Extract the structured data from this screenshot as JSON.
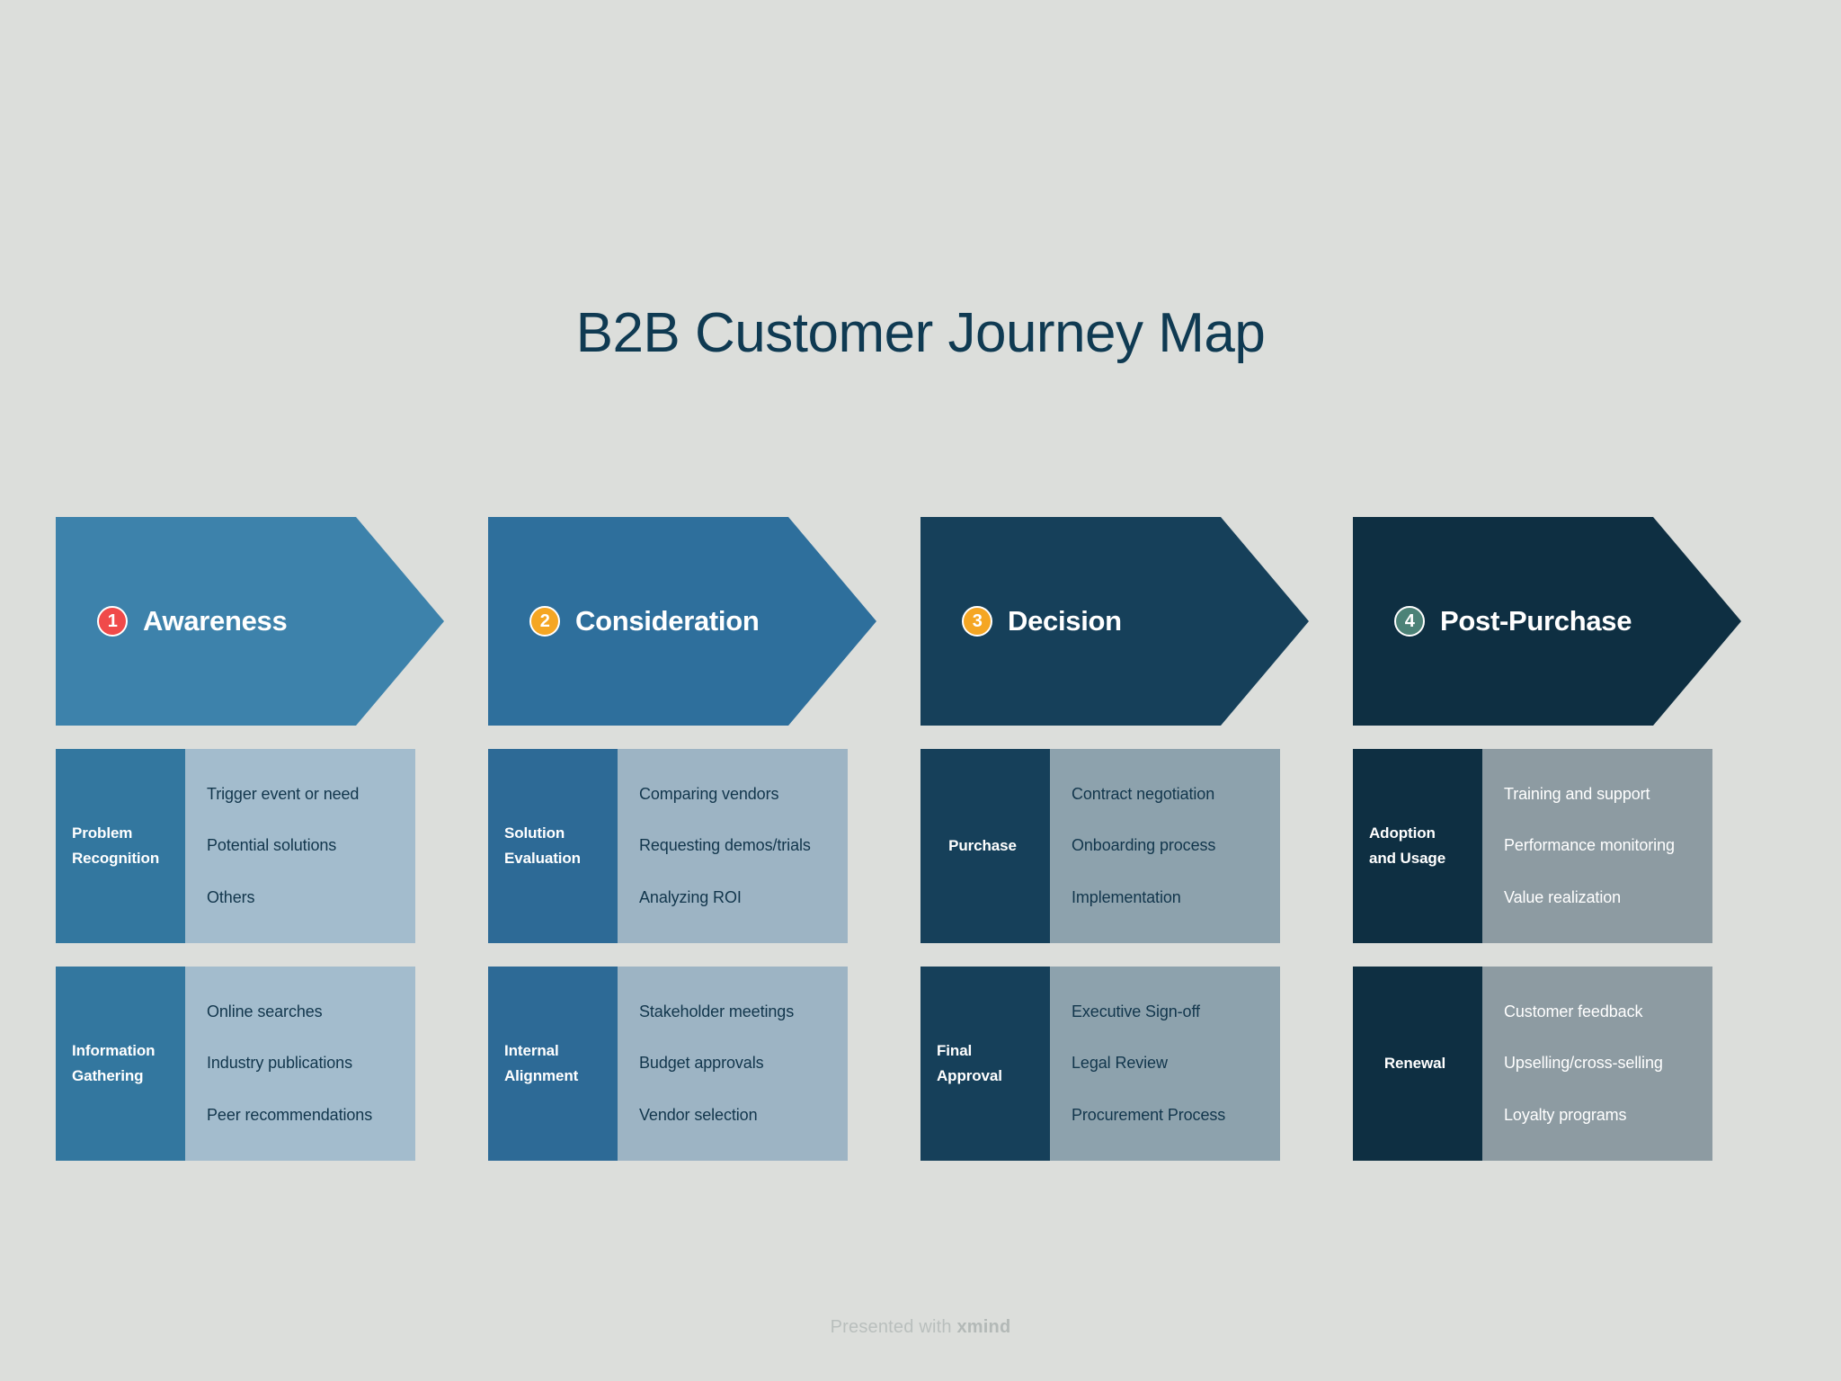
{
  "title": "B2B Customer Journey Map",
  "footer": {
    "prefix": "Presented with ",
    "brand": "xmind"
  },
  "theme": {
    "background": "#dcdedb",
    "title_color": "#0f3a52",
    "badge_colors": [
      "#f04a4a",
      "#f5a623",
      "#f5a623",
      "#4c8277"
    ]
  },
  "stages": [
    {
      "number": "1",
      "name": "Awareness",
      "badge_color": "#f04a4a",
      "arrow_color": "#3d82ab",
      "label_color": "#33779f",
      "items_bg": "#a3bccd",
      "items_text": "#12364c",
      "groups": [
        {
          "label": "Problem Recognition",
          "label_lines": [
            "Problem",
            "Recognition"
          ],
          "items": [
            "Trigger event or need",
            "Potential solutions",
            "Others"
          ]
        },
        {
          "label": "Information Gathering",
          "label_lines": [
            "Information",
            "Gathering"
          ],
          "items": [
            "Online searches",
            "Industry publications",
            "Peer recommendations"
          ]
        }
      ]
    },
    {
      "number": "2",
      "name": "Consideration",
      "badge_color": "#f5a623",
      "arrow_color": "#2e6f9c",
      "label_color": "#2d6a96",
      "items_bg": "#9db4c4",
      "items_text": "#12364c",
      "groups": [
        {
          "label": "Solution Evaluation",
          "label_lines": [
            "Solution",
            "Evaluation"
          ],
          "items": [
            "Comparing vendors",
            "Requesting demos/trials",
            "Analyzing ROI"
          ]
        },
        {
          "label": "Internal Alignment",
          "label_lines": [
            "Internal",
            "Alignment"
          ],
          "items": [
            "Stakeholder meetings",
            "Budget approvals",
            "Vendor selection"
          ]
        }
      ]
    },
    {
      "number": "3",
      "name": "Decision",
      "badge_color": "#f5a623",
      "arrow_color": "#16405a",
      "label_color": "#16405a",
      "items_bg": "#8da2ad",
      "items_text": "#12364c",
      "groups": [
        {
          "label": "Purchase",
          "label_lines": [
            "Purchase"
          ],
          "items": [
            "Contract negotiation",
            "Onboarding process",
            "Implementation"
          ]
        },
        {
          "label": "Final Approval",
          "label_lines": [
            "Final",
            "Approval"
          ],
          "items": [
            "Executive Sign-off",
            "Legal Review",
            "Procurement Process"
          ]
        }
      ]
    },
    {
      "number": "4",
      "name": "Post-Purchase",
      "badge_color": "#4c8277",
      "arrow_color": "#0e2f42",
      "label_color": "#0e2f42",
      "items_bg": "#8d9ba2",
      "items_text": "#ffffff",
      "groups": [
        {
          "label": "Adoption and Usage",
          "label_lines": [
            "Adoption",
            "and Usage"
          ],
          "items": [
            "Training and support",
            "Performance monitoring",
            "Value realization"
          ]
        },
        {
          "label": "Renewal",
          "label_lines": [
            "Renewal"
          ],
          "items": [
            "Customer feedback",
            "Upselling/cross-selling",
            "Loyalty programs"
          ]
        }
      ]
    }
  ]
}
